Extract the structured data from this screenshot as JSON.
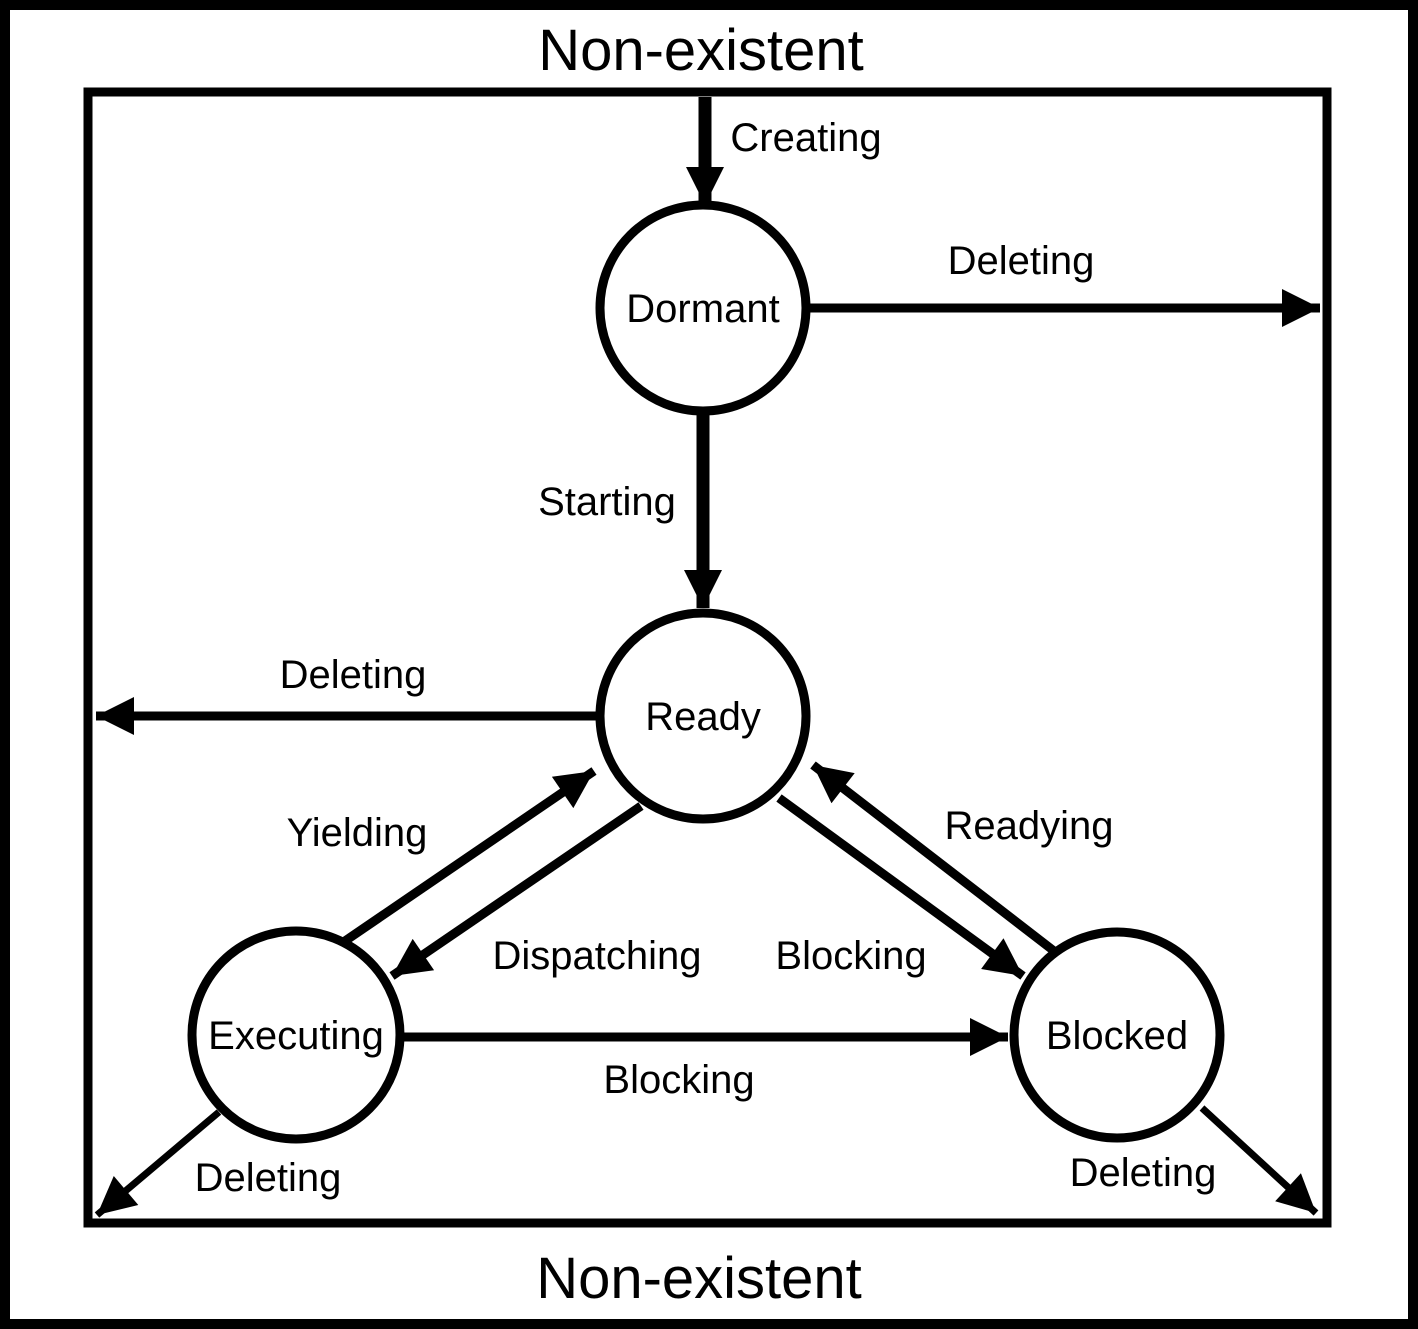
{
  "colors": {
    "ink": "#000000",
    "background": "#ffffff"
  },
  "outer_label_top": "Non-existent",
  "outer_label_bottom": "Non-existent",
  "states": {
    "dormant": "Dormant",
    "ready": "Ready",
    "executing": "Executing",
    "blocked": "Blocked"
  },
  "transitions": {
    "creating": "Creating",
    "deleting_from_dormant": "Deleting",
    "starting": "Starting",
    "deleting_from_ready": "Deleting",
    "yielding": "Yielding",
    "dispatching": "Dispatching",
    "blocking_to_blocked": "Blocking",
    "readying": "Readying",
    "blocking_from_executing": "Blocking",
    "deleting_from_executing": "Deleting",
    "deleting_from_blocked": "Deleting"
  }
}
